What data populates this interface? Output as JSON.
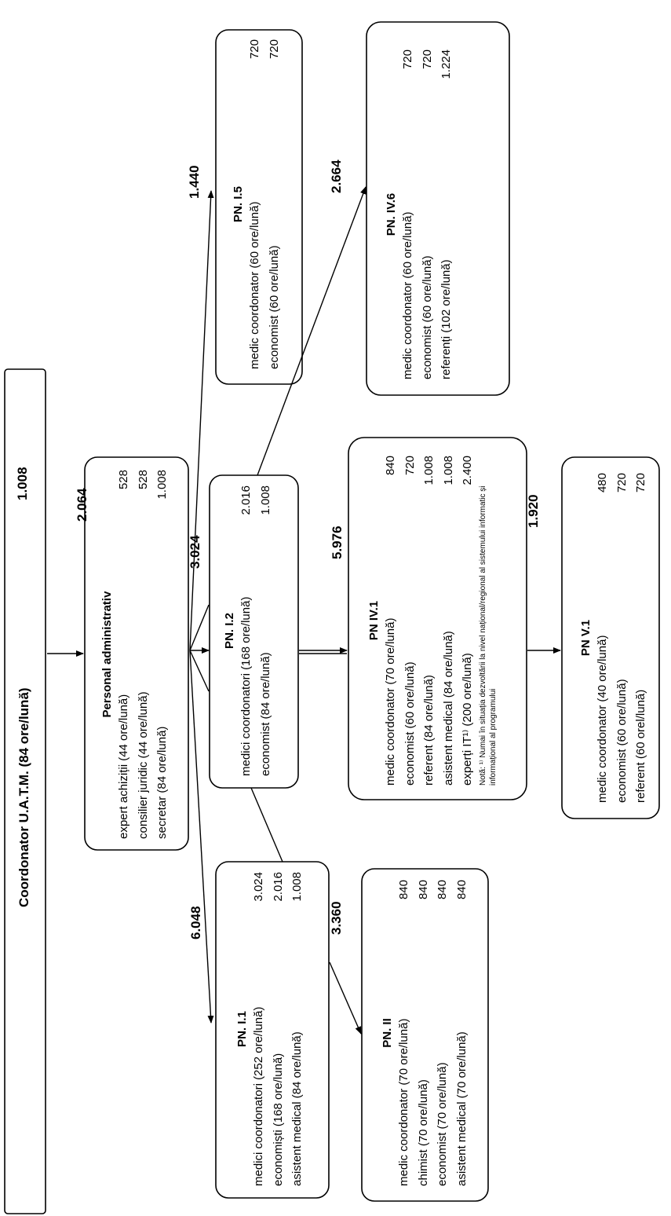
{
  "coordinator": {
    "label": "Coordonator U.A.T.M. (84 ore/lună)",
    "total": "1.008"
  },
  "admin": {
    "title": "Personal administrativ",
    "total": "2.064",
    "rows": [
      {
        "label": "expert achiziții (44 ore/lună)",
        "value": "528"
      },
      {
        "label": "consilier juridic (44 ore/lună)",
        "value": "528"
      },
      {
        "label": "secretar (84 ore/lună)",
        "value": "1.008"
      }
    ]
  },
  "pn_i1": {
    "title": "PN. I.1",
    "total": "6.048",
    "rows": [
      {
        "label": "medici coordonatori (252 ore/lună)",
        "value": "3.024"
      },
      {
        "label": "economiști (168 ore/lună)",
        "value": "2.016"
      },
      {
        "label": "asistent medical (84 ore/lună)",
        "value": "1.008"
      }
    ]
  },
  "pn_i2": {
    "title": "PN. I.2",
    "total": "3.024",
    "rows": [
      {
        "label": "medici coordonatori (168 ore/lună)",
        "value": "2.016"
      },
      {
        "label": "economist (84 ore/lună)",
        "value": "1.008"
      }
    ]
  },
  "pn_i5": {
    "title": "PN. I.5",
    "total": "1.440",
    "rows": [
      {
        "label": "medic coordonator (60 ore/lună)",
        "value": "720"
      },
      {
        "label": "economist (60 ore/lună)",
        "value": "720"
      }
    ]
  },
  "pn_ii": {
    "title": "PN. II",
    "total": "3.360",
    "rows": [
      {
        "label": "medic coordonator (70 ore/lună)",
        "value": "840"
      },
      {
        "label": "chimist (70 ore/lună)",
        "value": "840"
      },
      {
        "label": "economist (70 ore/lună)",
        "value": "840"
      },
      {
        "label": "asistent medical (70 ore/lună)",
        "value": "840"
      }
    ]
  },
  "pn_iv1": {
    "title": "PN IV.1",
    "total": "5.976",
    "rows": [
      {
        "label": "medic  coordonator (70 ore/lună)",
        "value": "840"
      },
      {
        "label": "economist (60 ore/lună)",
        "value": "720"
      },
      {
        "label": "referent  (84 ore/lună)",
        "value": "1.008"
      },
      {
        "label": "asistent medical (84 ore/lună)",
        "value": "1.008"
      },
      {
        "label": "experți IT¹⁾ (200 ore/lună)",
        "value": "2.400"
      }
    ],
    "note": "Notă: ¹⁾ Numai în situația dezvoltării la nivel național/regional al sistemului informatic și informațional al programului"
  },
  "pn_iv6": {
    "title": "PN. IV.6",
    "total": "2.664",
    "rows": [
      {
        "label": "medic  coordonator (60 ore/lună)",
        "value": "720"
      },
      {
        "label": "economist (60 ore/lună)",
        "value": "720"
      },
      {
        "label": "referenți (102 ore/lună)",
        "value": "1.224"
      }
    ]
  },
  "pn_v1": {
    "title": "PN V.1",
    "total": "1.920",
    "rows": [
      {
        "label": "medic coordonator (40 ore/lună)",
        "value": "480"
      },
      {
        "label": "economist (60 ore/lună)",
        "value": "720"
      },
      {
        "label": "referent (60 orel/lună)",
        "value": "720"
      }
    ]
  }
}
